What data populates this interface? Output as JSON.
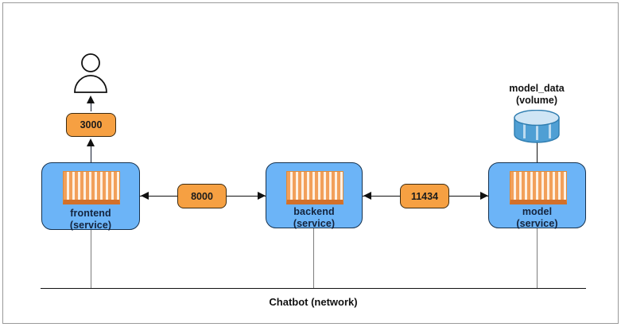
{
  "diagram": {
    "title": "Chatbot (network)",
    "colors": {
      "service_fill": "#6cb4f7",
      "service_stroke": "#16324f",
      "port_fill": "#f6a042",
      "port_stroke": "#3b2a10",
      "container_icon": "#f2a05a",
      "volume_top": "#cfe5f5",
      "volume_body": "#4f9fd4",
      "line": "#111111",
      "network_line": "#111111"
    },
    "actor": {
      "name": "user-actor",
      "icon": "user-actor-icon"
    },
    "services": [
      {
        "name": "frontend",
        "type": "(service)",
        "icon": "container-icon"
      },
      {
        "name": "backend",
        "type": "(service)",
        "icon": "container-icon"
      },
      {
        "name": "model",
        "type": "(service)",
        "icon": "container-icon"
      }
    ],
    "ports": [
      {
        "label": "3000",
        "between": "frontend-to-user"
      },
      {
        "label": "8000",
        "between": "frontend-to-backend"
      },
      {
        "label": "11434",
        "between": "backend-to-model"
      }
    ],
    "volume": {
      "name": "model_data",
      "type": "(volume)",
      "icon": "database-cylinder-icon",
      "attached_to": "model"
    },
    "network": {
      "label": "Chatbot (network)",
      "members": [
        "frontend",
        "backend",
        "model"
      ]
    }
  }
}
